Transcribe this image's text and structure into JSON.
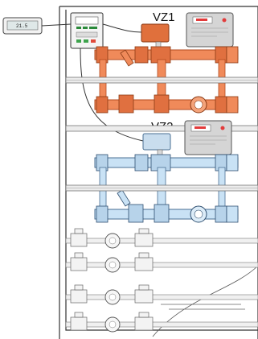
{
  "labels": {
    "zone1": "VZ1",
    "zone2": "VZ2",
    "thermostat_display": "21.5"
  },
  "colors": {
    "zone1_pipe": "#f08a5a",
    "zone1_pipe_dark": "#b34a1e",
    "zone2_pipe": "#c9e2f5",
    "zone2_pipe_dark": "#4a6f93",
    "cabinet_line": "#333333",
    "rail": "#e8e8e8",
    "meter_body": "#d7d7d7",
    "meter_screen": "#e23b3b",
    "actuator_z1": "#e0703c",
    "actuator_z2": "#c9ddee"
  },
  "icons": {
    "thermostat": "room-thermostat-icon",
    "controller": "control-unit-icon",
    "heat_meter": "heat-meter-icon",
    "water_meter": "water-meter-icon",
    "valve": "ball-valve-icon"
  }
}
